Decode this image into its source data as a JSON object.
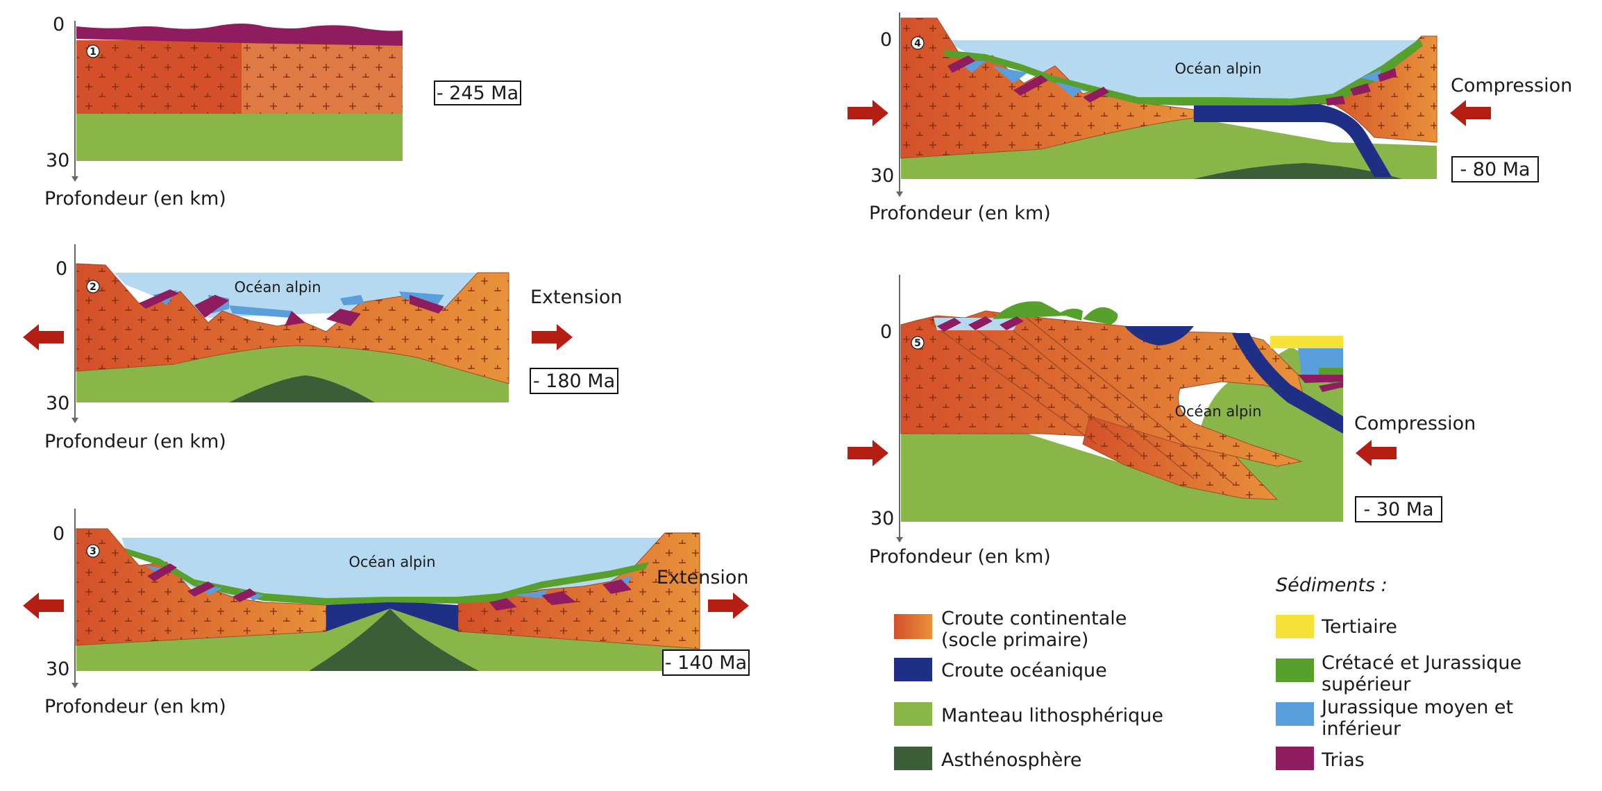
{
  "axis": {
    "tick_top": "0",
    "tick_bottom": "30",
    "label": "Profondeur (en km)"
  },
  "panels": [
    {
      "number": "1",
      "age": "- 245 Ma",
      "ocean_label": "",
      "movement": ""
    },
    {
      "number": "2",
      "age": "- 180 Ma",
      "ocean_label": "Océan alpin",
      "movement": "Extension"
    },
    {
      "number": "3",
      "age": "- 140 Ma",
      "ocean_label": "Océan alpin",
      "movement": "Extension"
    },
    {
      "number": "4",
      "age": "- 80 Ma",
      "ocean_label": "Océan alpin",
      "movement": "Compression"
    },
    {
      "number": "5",
      "age": "- 30 Ma",
      "ocean_label": "Océan alpin",
      "movement": "Compression"
    }
  ],
  "legend": {
    "left_items": [
      {
        "label_line1": "Croute continentale",
        "label_line2": "(socle primaire)",
        "swatch": "continental-crust"
      },
      {
        "label_line1": "Croute océanique",
        "label_line2": "",
        "swatch": "oceanic-crust"
      },
      {
        "label_line1": "Manteau lithosphérique",
        "label_line2": "",
        "swatch": "lithospheric-mantle"
      },
      {
        "label_line1": "Asthénosphère",
        "label_line2": "",
        "swatch": "asthenosphere"
      }
    ],
    "sediments_title": "Sédiments :",
    "right_items": [
      {
        "label_line1": "Tertiaire",
        "label_line2": "",
        "swatch": "tertiary"
      },
      {
        "label_line1": "Crétacé et Jurassique",
        "label_line2": "supérieur",
        "swatch": "cretaceous"
      },
      {
        "label_line1": "Jurassique moyen et",
        "label_line2": "inférieur",
        "swatch": "jurassic"
      },
      {
        "label_line1": "Trias",
        "label_line2": "",
        "swatch": "trias"
      }
    ]
  },
  "colors": {
    "crust_dark": "#d4502a",
    "crust_light": "#e8913a",
    "oceanic_crust": "#1f2f86",
    "lithospheric_mantle": "#8ab548",
    "asthenosphere": "#3b5e38",
    "ocean": "#b5d9f1",
    "tertiary": "#f6e33a",
    "cretaceous": "#58a02c",
    "jurassic": "#5a9fdc",
    "trias": "#8f1c5f",
    "arrow": "#b51e13"
  }
}
